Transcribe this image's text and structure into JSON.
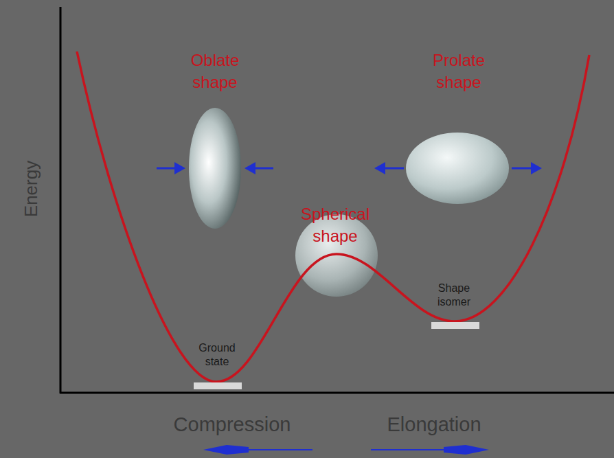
{
  "diagram": {
    "labels": [
      "Energy",
      "Oblate shape",
      "Prolate shape",
      "Spherical shape",
      "Shape isomer",
      "Ground state",
      "Compression",
      "Elongation"
    ]
  }
}
